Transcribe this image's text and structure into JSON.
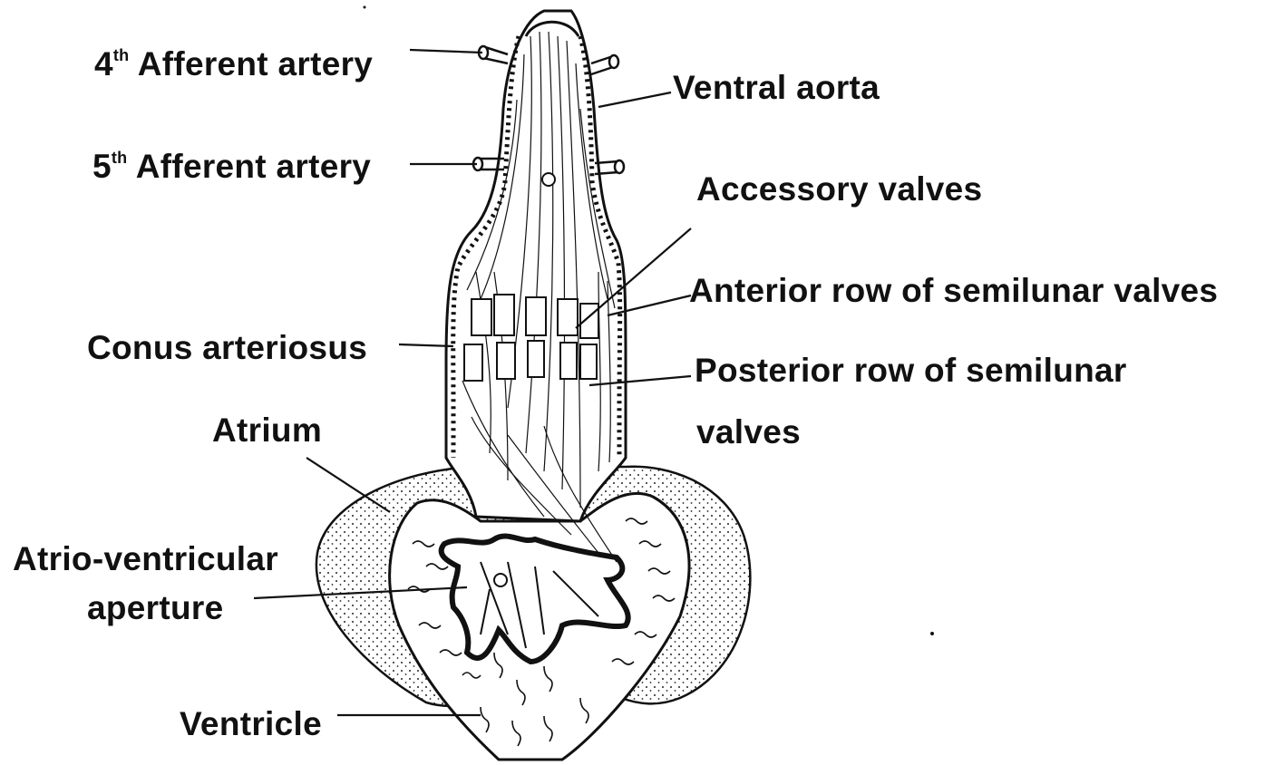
{
  "labels": {
    "afferent4_num": "4",
    "afferent4_sup": "th",
    "afferent4_text": " Afferent artery",
    "ventral_aorta": "Ventral aorta",
    "afferent5_num": "5",
    "afferent5_sup": "th",
    "afferent5_text": " Afferent artery",
    "accessory_valves": "Accessory valves",
    "anterior_row": "Anterior row of semilunar valves",
    "conus_arteriosus": "Conus  arteriosus",
    "posterior_row_line1": "Posterior row of semilunar",
    "posterior_row_line2": "valves",
    "atrium": "Atrium",
    "av_aperture_line1": "Atrio-ventricular",
    "av_aperture_line2": "aperture",
    "ventricle": "Ventricle"
  },
  "colors": {
    "ink": "#111111",
    "background": "#ffffff"
  }
}
